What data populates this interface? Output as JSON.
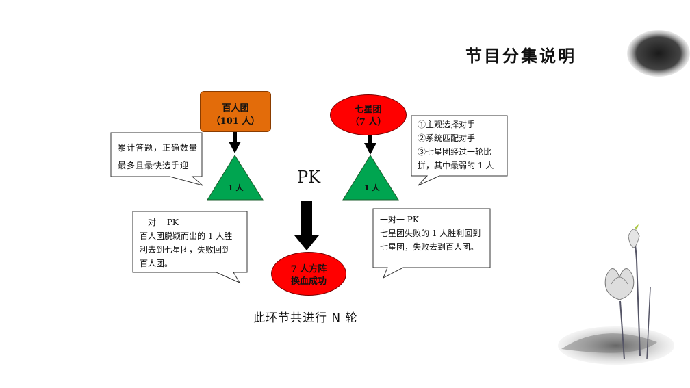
{
  "title": "节目分集说明",
  "hundred_team": {
    "name": "百人团",
    "count": "（101 人）"
  },
  "seven_team": {
    "name": "七星团",
    "count": "（7 人）"
  },
  "left_triangle_label": "1 人",
  "right_triangle_label": "1 人",
  "pk": "PK",
  "result": {
    "line1": "7 人方阵",
    "line2": "换血成功"
  },
  "note_top_left": [
    "累计答题，正确数量",
    "最多且最快选手迎"
  ],
  "note_top_right": [
    "①主观选择对手",
    "②系统匹配对手",
    "③七星团经过一轮比",
    "拼，其中最弱的 1 人"
  ],
  "note_bottom_left": [
    "一对一 PK",
    "百人团脱颖而出的 1 人胜",
    "利去到七星团，失败回到",
    "百人团。"
  ],
  "note_bottom_right": [
    "一对一 PK",
    "七星团失败的 1 人胜利回到",
    "七星团，失败去到百人团。"
  ],
  "footer": "此环节共进行 N 轮",
  "colors": {
    "orange_box": "#e36c0a",
    "red_ellipse": "#ff0000",
    "green_triangle": "#00a550",
    "arrow": "#000000"
  }
}
